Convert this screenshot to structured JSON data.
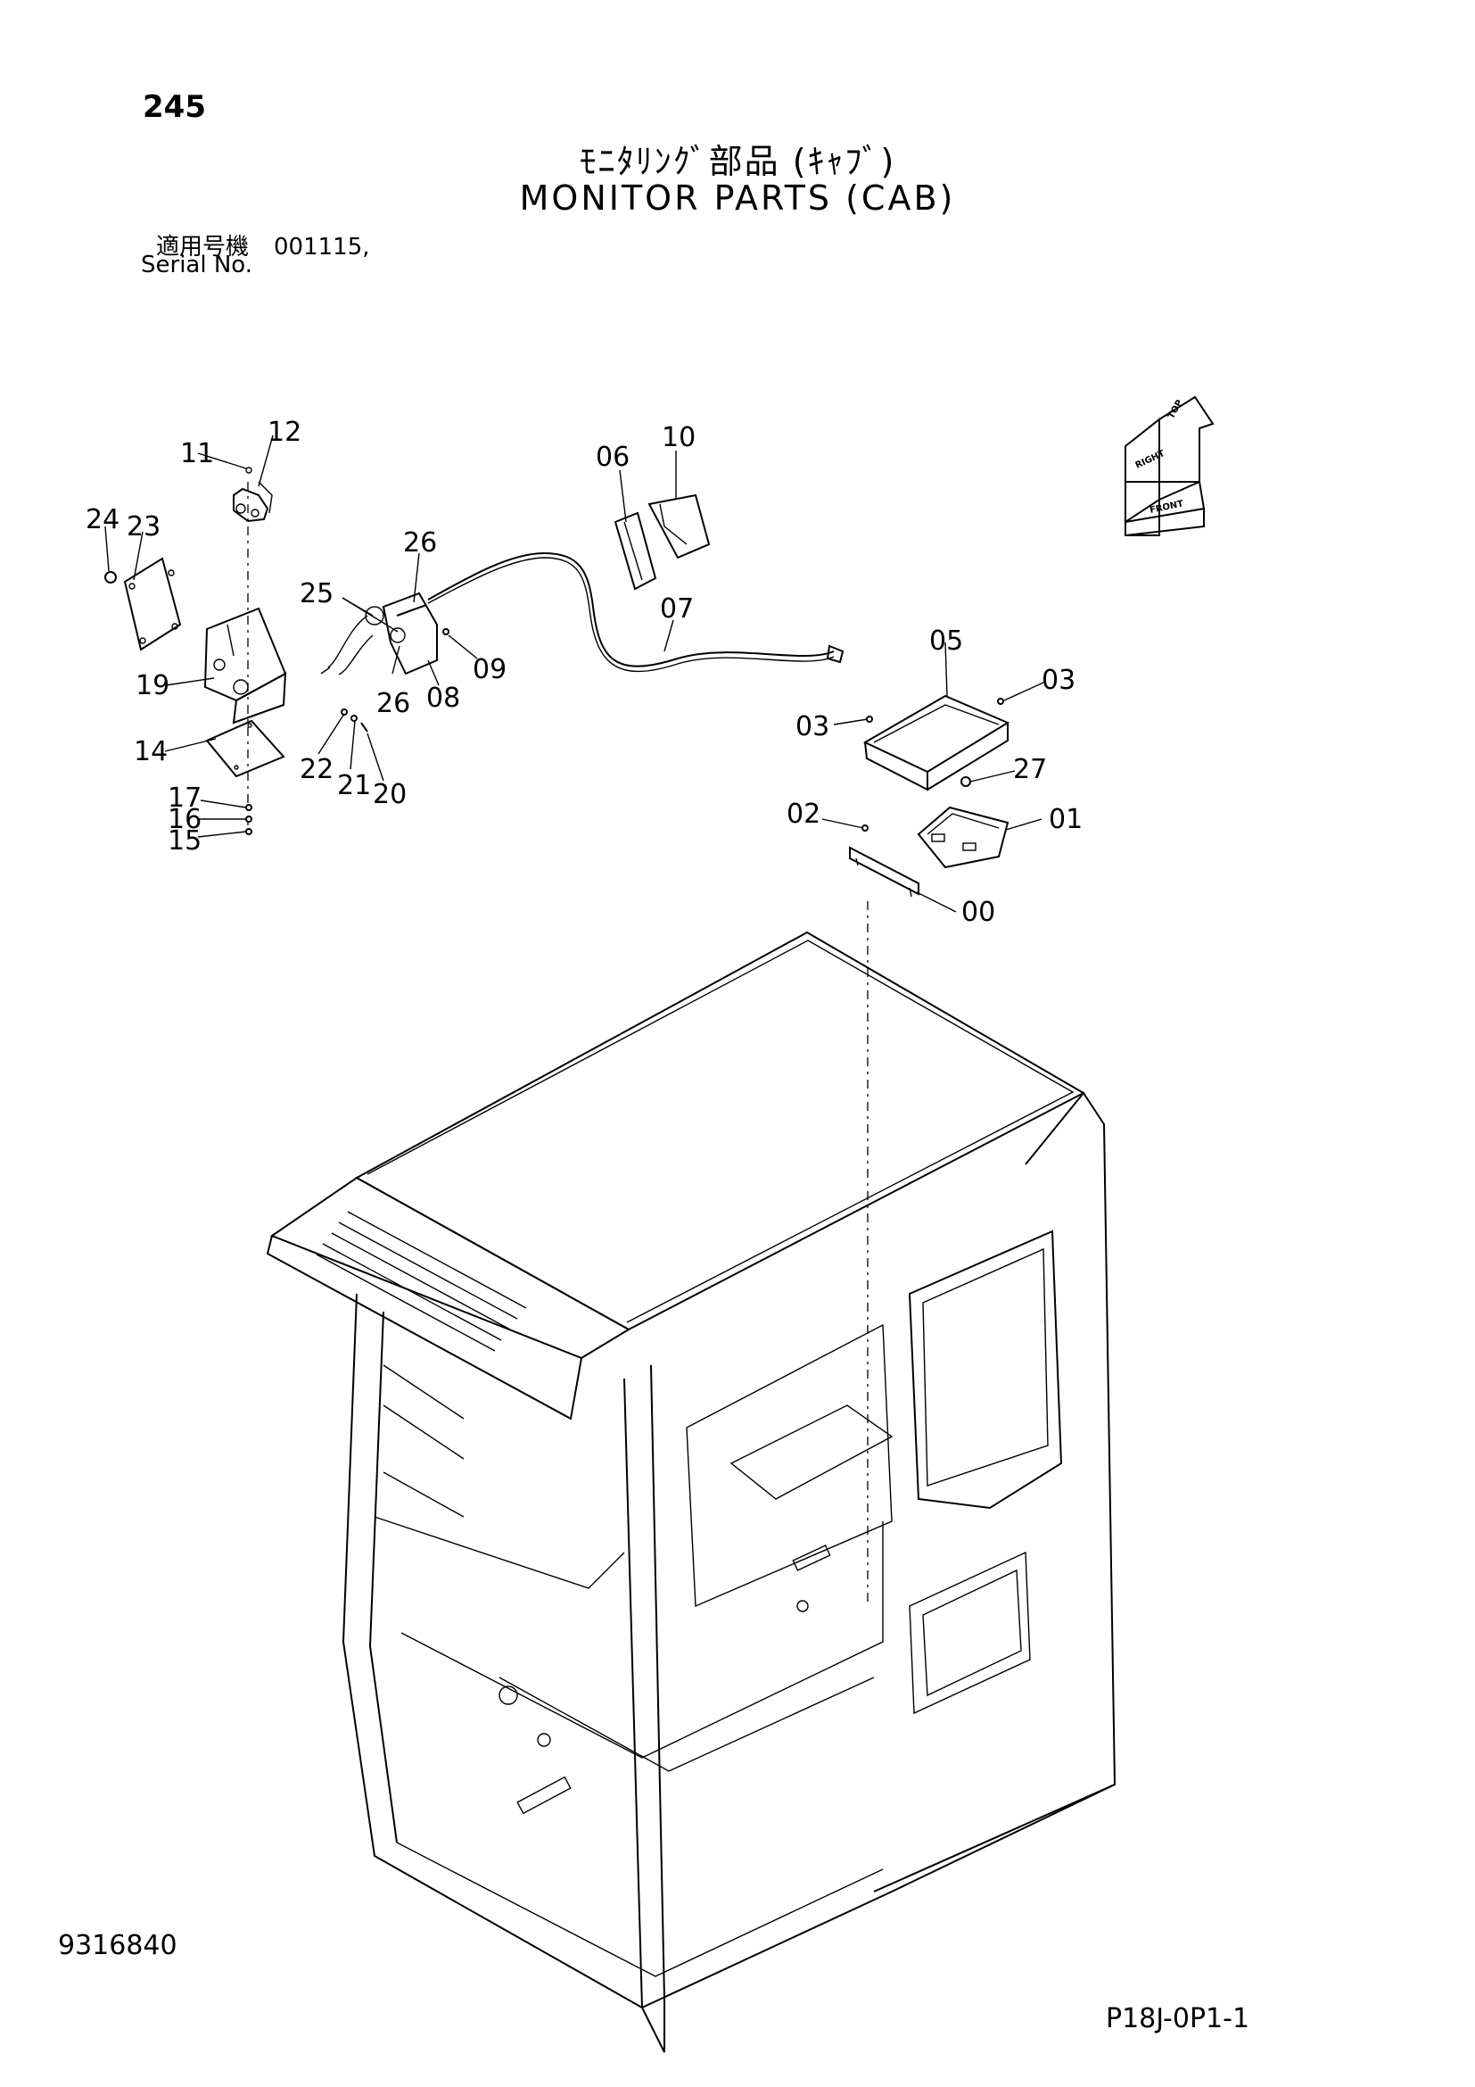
{
  "page_number": "245",
  "title_jp": "ﾓﾆﾀﾘﾝｸﾞ部品 (ｷｬﾌﾞ)",
  "title_en": "MONITOR PARTS (CAB)",
  "serial": {
    "label_jp": "適用号機",
    "value": "001115,",
    "label_en": "Serial No."
  },
  "document_number": "9316840",
  "sheet_ref": "P18J-0P1-1",
  "direction_labels": [
    "TOP",
    "RIGHT",
    "FRONT"
  ],
  "callouts": [
    "11",
    "12",
    "24",
    "23",
    "06",
    "10",
    "26",
    "25",
    "07",
    "19",
    "26",
    "08",
    "09",
    "05",
    "03",
    "03",
    "27",
    "14",
    "22",
    "21",
    "20",
    "17",
    "16",
    "15",
    "02",
    "01",
    "00"
  ]
}
